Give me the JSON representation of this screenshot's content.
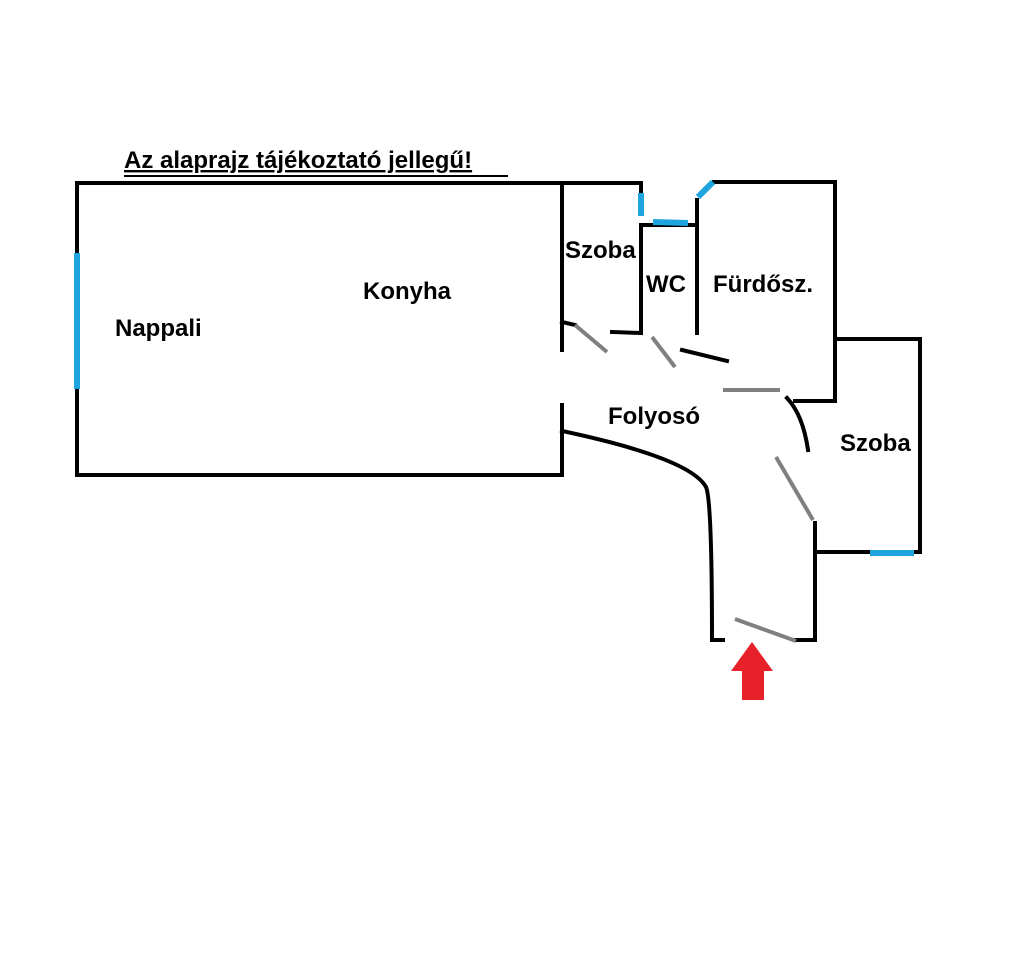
{
  "title": "Az alaprajz tájékoztató jellegű!",
  "rooms": {
    "nappali": "Nappali",
    "konyha": "Konyha",
    "szoba_1": "Szoba",
    "wc": "WC",
    "furdo": "Fürdősz.",
    "folyoso": "Folyosó",
    "szoba_2": "Szoba"
  },
  "colors": {
    "wall": "#000000",
    "door": "#808080",
    "window": "#1ea5df",
    "entrance_arrow": "#e8202a"
  },
  "entrance_arrow_icon": "arrow-up-icon"
}
